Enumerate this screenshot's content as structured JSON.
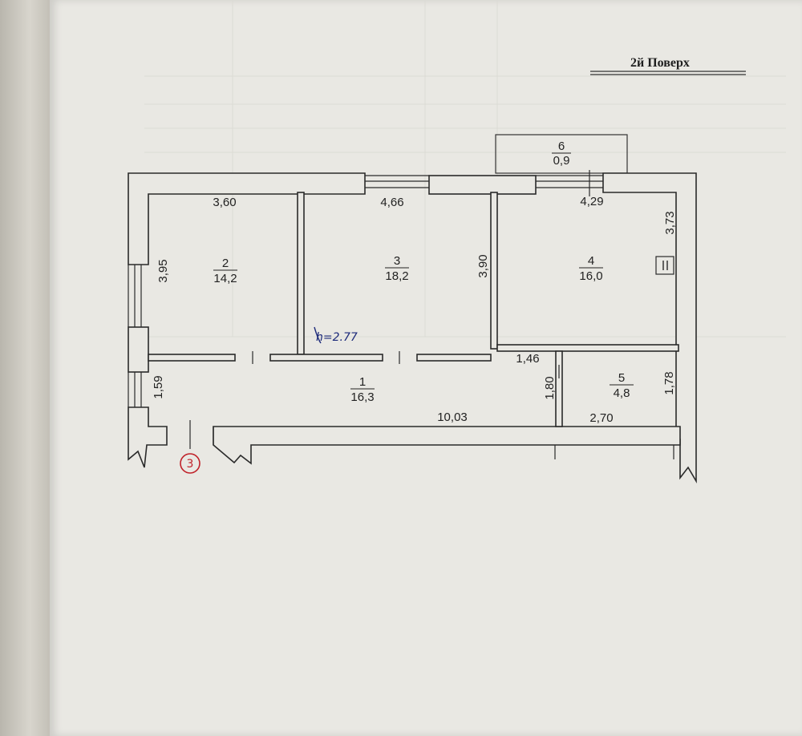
{
  "floor_title": "2й Поверх",
  "ceiling_height_note": "h=2.77",
  "entrance_marker": "3",
  "rooms": [
    {
      "number": "1",
      "area": "16,3"
    },
    {
      "number": "2",
      "area": "14,2"
    },
    {
      "number": "3",
      "area": "18,2"
    },
    {
      "number": "4",
      "area": "16,0"
    },
    {
      "number": "5",
      "area": "4,8"
    },
    {
      "number": "6",
      "area": "0,9"
    }
  ],
  "dimensions": {
    "room2_width": "3,60",
    "room2_depth": "3,95",
    "room3_width": "4,66",
    "room3_depth": "3,90",
    "room4_width": "4,29",
    "room4_depth": "3,73",
    "corridor_length": "10,03",
    "corridor_depth": "1,59",
    "corridor_step": "1,80",
    "bath_width": "2,70",
    "bath_depth": "1,78",
    "bath_offset": "1,46"
  },
  "colors": {
    "wall": "#2a2a2a",
    "wall_fill": "#e9e8e3",
    "ink_pen": "#1c2a7a",
    "stamp_red": "#c0222a",
    "paper": "#e9e8e3"
  },
  "icons": [
    "ventilation-shaft-icon"
  ]
}
